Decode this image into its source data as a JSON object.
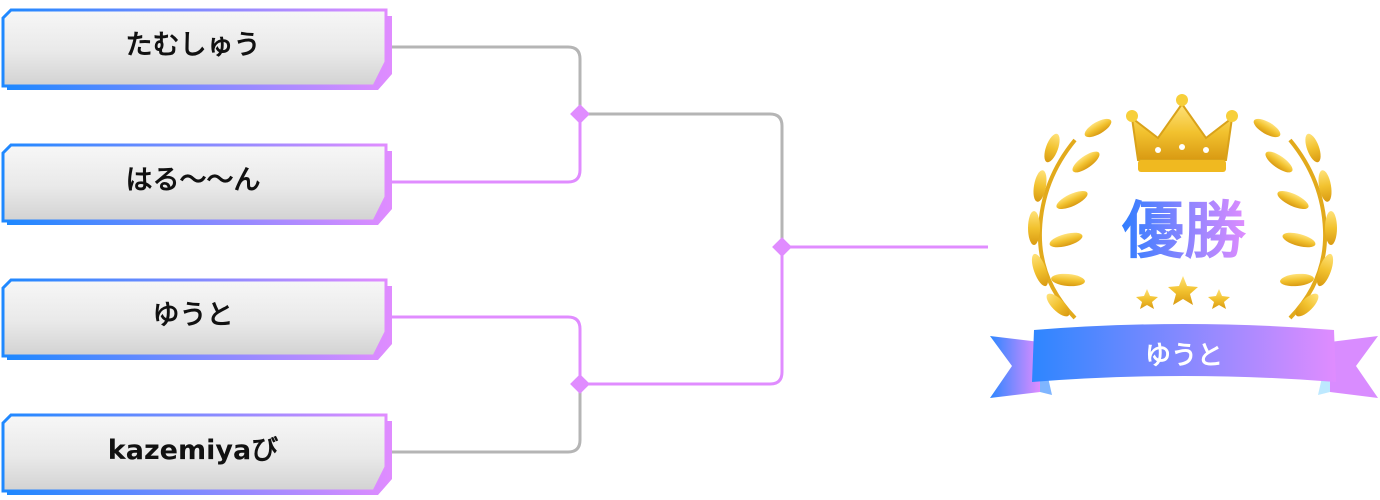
{
  "bracket": {
    "players": [
      {
        "name": "たむしゅう"
      },
      {
        "name": "はる〜〜ん"
      },
      {
        "name": "ゆうと"
      },
      {
        "name": "kazemiyaび"
      }
    ],
    "results": {
      "semifinal_1_winner": "はる〜〜ん",
      "semifinal_2_winner": "ゆうと",
      "final_winner": "ゆうと"
    }
  },
  "champion": {
    "title": "優勝",
    "name": "ゆうと"
  },
  "colors": {
    "card_border_start": "#1e88ff",
    "card_border_end": "#e08cff",
    "winner_line": "#e08cff",
    "loser_line": "#b5b5b5",
    "gold": "#f2c22f",
    "title_start": "#2f7dff",
    "title_end": "#e08cff"
  }
}
